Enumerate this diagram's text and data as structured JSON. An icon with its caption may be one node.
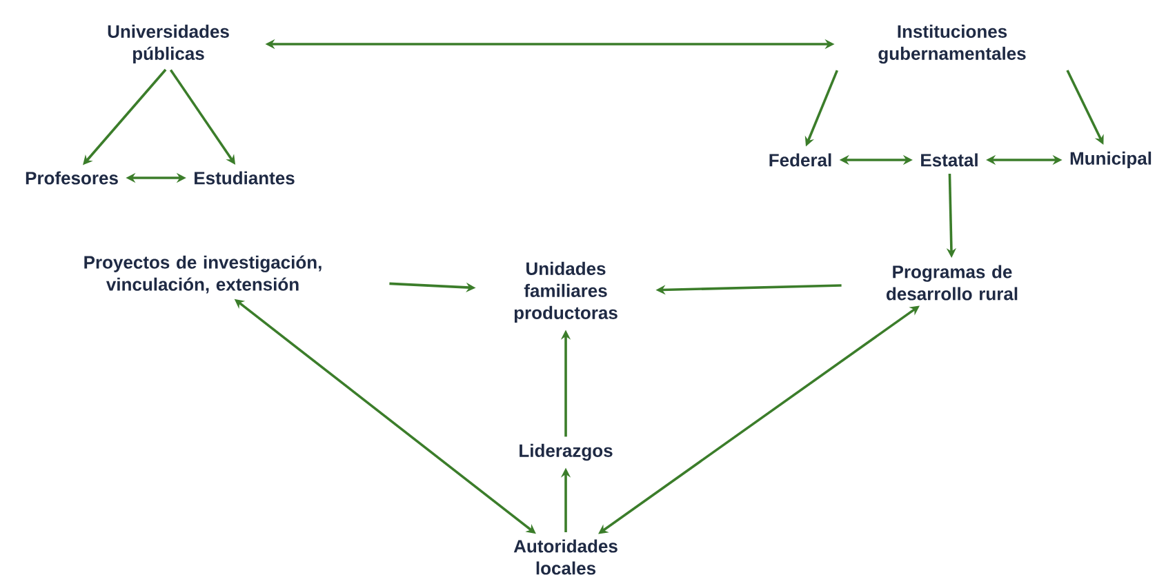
{
  "diagram": {
    "nodes": [
      {
        "text": [
          "Universidades públicas"
        ]
      },
      {
        "text": [
          "Instituciones gubernamentales"
        ]
      },
      {
        "text": [
          "Profesores"
        ]
      },
      {
        "text": [
          "Estudiantes"
        ]
      },
      {
        "text": [
          "Federal"
        ]
      },
      {
        "text": [
          "Estatal"
        ]
      },
      {
        "text": [
          "Municipal"
        ]
      },
      {
        "text": [
          "Proyectos de investigación, vinculación, extensión"
        ]
      },
      {
        "text": [
          "Unidades familiares productoras"
        ]
      },
      {
        "text": [
          "Programas de desarrollo rural"
        ]
      },
      {
        "text": [
          "Liderazgos"
        ]
      },
      {
        "text": [
          "Autoridades locales"
        ]
      }
    ],
    "edges": [
      {
        "from": 0,
        "to": 1,
        "arrow": "both"
      },
      {
        "from": 0,
        "to": 2,
        "arrow": "to"
      },
      {
        "from": 0,
        "to": 3,
        "arrow": "to"
      },
      {
        "from": 2,
        "to": 3,
        "arrow": "both"
      },
      {
        "from": 1,
        "to": 4,
        "arrow": "to"
      },
      {
        "from": 1,
        "to": 6,
        "arrow": "to"
      },
      {
        "from": 4,
        "to": 5,
        "arrow": "both"
      },
      {
        "from": 5,
        "to": 6,
        "arrow": "both"
      },
      {
        "from": 5,
        "to": 9,
        "arrow": "to"
      },
      {
        "from": 9,
        "to": 8,
        "arrow": "to"
      },
      {
        "from": 7,
        "to": 8,
        "arrow": "to"
      },
      {
        "from": 10,
        "to": 8,
        "arrow": "to"
      },
      {
        "from": 11,
        "to": 10,
        "arrow": "to"
      },
      {
        "from": 7,
        "to": 11,
        "arrow": "both"
      },
      {
        "from": 9,
        "to": 11,
        "arrow": "both"
      }
    ]
  }
}
